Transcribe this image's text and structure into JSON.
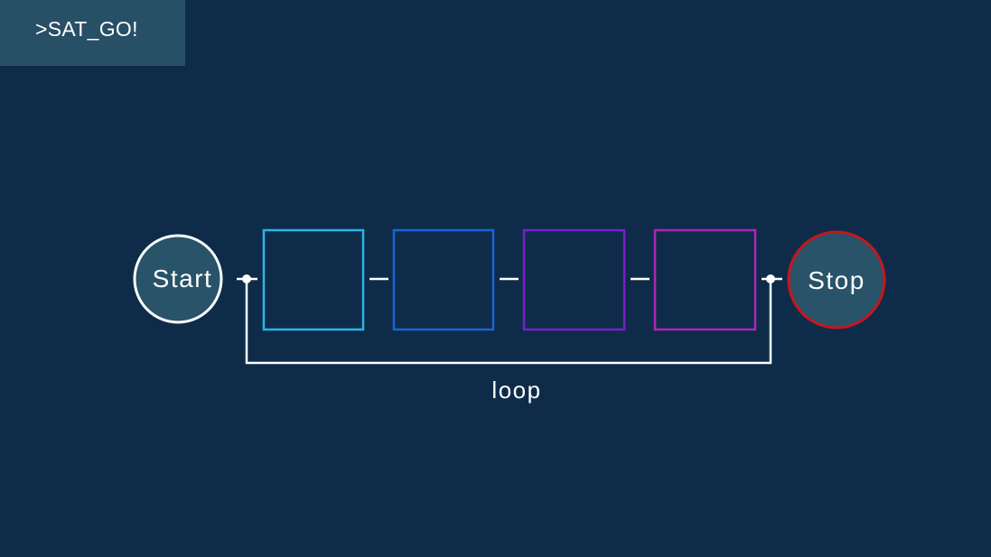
{
  "badge": {
    "label": ">SAT_GO!",
    "background": "#274f66"
  },
  "diagram": {
    "start_label": "Start",
    "stop_label": "Stop",
    "loop_label": "loop",
    "steps": [
      {
        "color": "#29b5e8"
      },
      {
        "color": "#1a64d6"
      },
      {
        "color": "#7a1fc9"
      },
      {
        "color": "#b123b8"
      }
    ],
    "start_border": "#ffffff",
    "stop_border": "#c8161d",
    "node_fill": "#285368",
    "background": "#0e2c49"
  }
}
